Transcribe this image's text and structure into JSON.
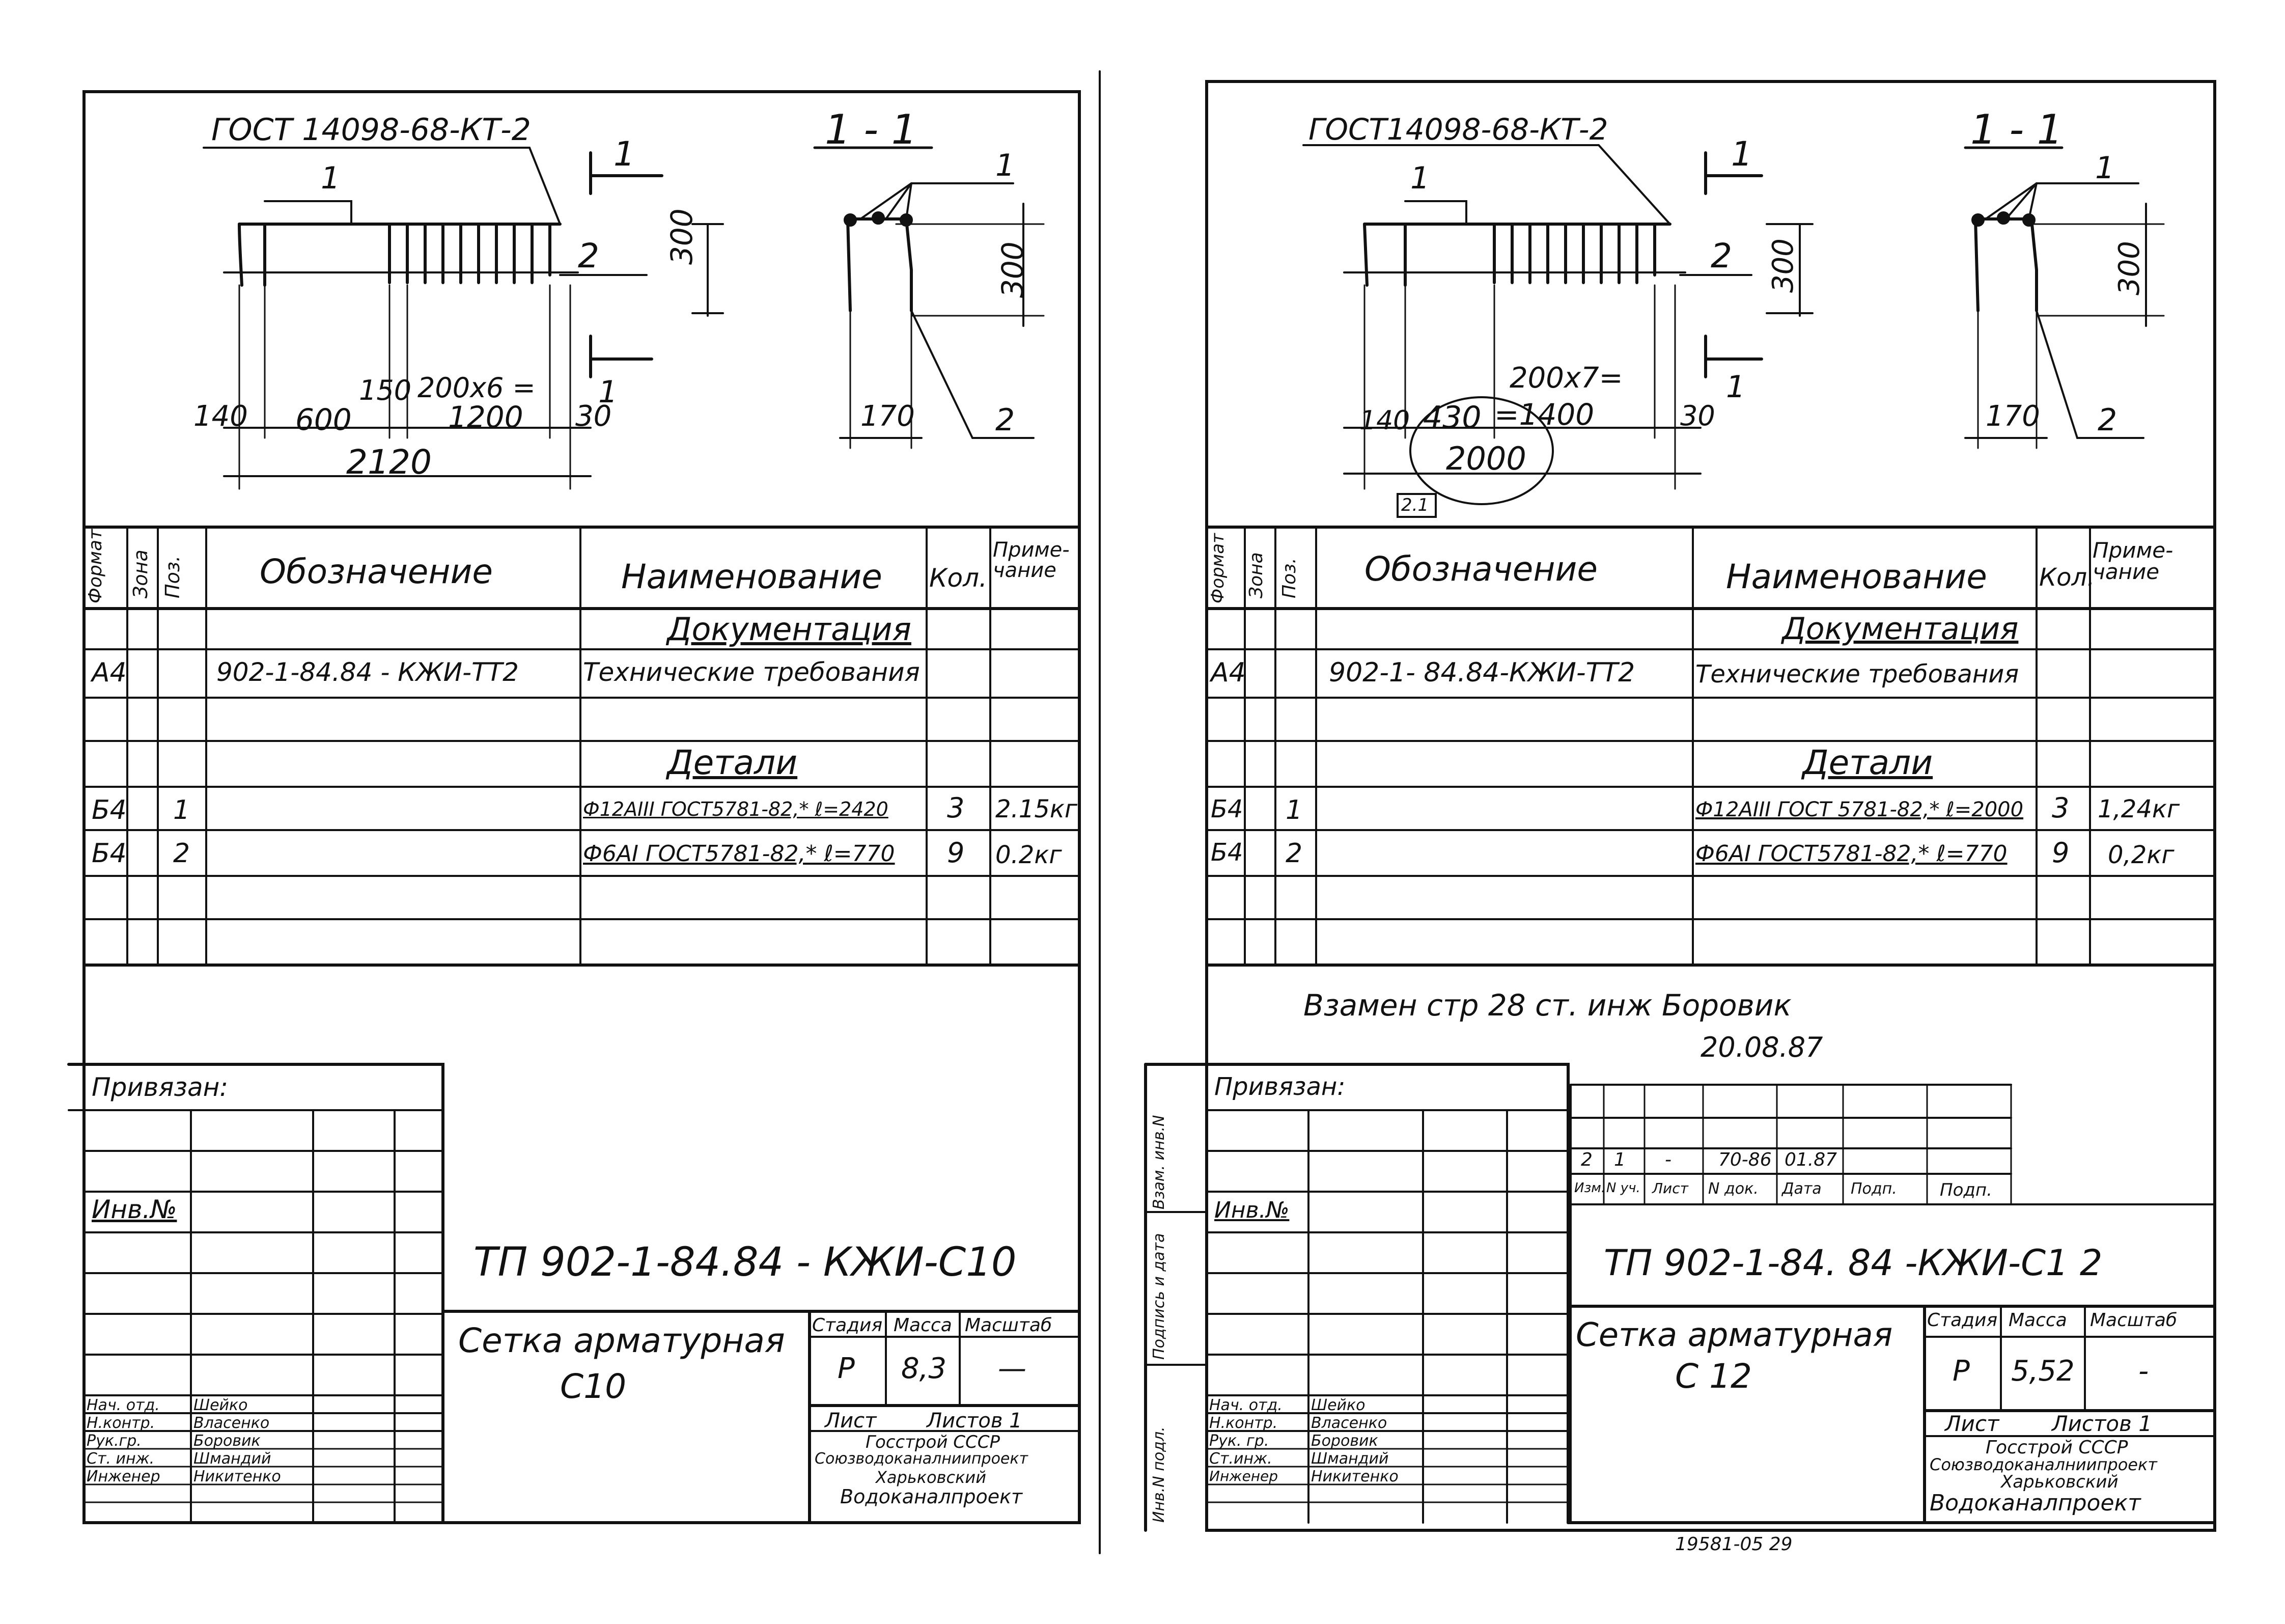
{
  "left": {
    "drawing": {
      "gost": "ГОСТ 14098-68-КТ-2",
      "section_title": "1 - 1",
      "pos_1": "1",
      "pos_2": "2",
      "section_mark": "1",
      "section_mark_bottom": "1",
      "section_pos_1": "1",
      "section_pos_2": "2",
      "dim_300": "300",
      "dim_300_section": "300",
      "dim_140": "140",
      "dim_600": "600",
      "dim_150": "150",
      "dim_200x6": "200x6 =",
      "dim_1200": "1200",
      "dim_30": "30",
      "dim_2120": "2120",
      "dim_170": "170"
    },
    "table": {
      "headers": {
        "format": "Формат",
        "zone": "Зона",
        "pos": "Поз.",
        "designation": "Обозначение",
        "name": "Наименование",
        "qty": "Кол.",
        "note": "Приме-чание"
      },
      "section_docs": "Документация",
      "row_doc": {
        "format": "А4",
        "designation": "902-1-84.84 - КЖИ-ТТ2",
        "name": "Технические требования"
      },
      "section_parts": "Детали",
      "rows": [
        {
          "format": "Б4",
          "pos": "1",
          "name": "Ф12АIII ГОСТ5781-82,* ℓ=2420",
          "qty": "3",
          "note": "2.15кг"
        },
        {
          "format": "Б4",
          "pos": "2",
          "name": "Ф6АI ГОСТ5781-82,* ℓ=770",
          "qty": "9",
          "note": "0.2кг"
        }
      ]
    },
    "stamp": {
      "privyazan": "Привязан:",
      "inv_no": "Инв.№",
      "code": "ТП 902-1-84.84 - КЖИ-С10",
      "title_line1": "Сетка арматурная",
      "title_line2": "С10",
      "stage_label": "Стадия",
      "mass_label": "Масса",
      "scale_label": "Масштаб",
      "stage": "Р",
      "mass": "8,3",
      "scale": "—",
      "sheet_label": "Лист",
      "sheets_label": "Листов 1",
      "org_line1": "Госстрой СССР",
      "org_line2": "Союзводоканалниипроект",
      "org_line3": "Харьковский",
      "org_line4": "Водоканалпроект",
      "people": [
        {
          "role": "Нач. отд.",
          "name": "Шейко"
        },
        {
          "role": "Н.контр.",
          "name": "Власенко"
        },
        {
          "role": "Рук.гр.",
          "name": "Боровик"
        },
        {
          "role": "Ст. инж.",
          "name": "Шмандий"
        },
        {
          "role": "Инженер",
          "name": "Никитенко"
        }
      ]
    }
  },
  "right": {
    "drawing": {
      "gost": "ГОСТ14098-68-КТ-2",
      "section_title": "1 - 1",
      "pos_1": "1",
      "pos_2": "2",
      "section_mark": "1",
      "section_mark_bottom": "1",
      "section_pos_1": "1",
      "section_pos_2": "2",
      "dim_300": "300",
      "dim_300_section": "300",
      "dim_140": "140",
      "dim_430": "430",
      "dim_200x7": "200x7=",
      "dim_1400": "=1400",
      "dim_30": "30",
      "dim_2000": "2000",
      "dim_170": "170",
      "rev_mark": "2.1"
    },
    "table": {
      "headers": {
        "format": "Формат",
        "zone": "Зона",
        "pos": "Поз.",
        "designation": "Обозначение",
        "name": "Наименование",
        "qty": "Кол.",
        "note": "Приме-чание"
      },
      "section_docs": "Документация",
      "row_doc": {
        "format": "А4",
        "designation": "902-1- 84.84-КЖИ-ТТ2",
        "name": "Технические требования"
      },
      "section_parts": "Детали",
      "rows": [
        {
          "format": "Б4",
          "pos": "1",
          "name": "Ф12АIII ГОСТ 5781-82,* ℓ=2000",
          "qty": "3",
          "note": "1,24кг"
        },
        {
          "format": "Б4",
          "pos": "2",
          "name": "Ф6АI ГОСТ5781-82,* ℓ=770",
          "qty": "9",
          "note": "0,2кг"
        }
      ]
    },
    "replacement_note": "Взамен стр 28    ст. инж   Боровик",
    "replacement_date": "20.08.87",
    "revision_table": {
      "values": [
        "2",
        "1",
        "-",
        "70-86",
        "01.87"
      ],
      "headers": [
        "Изм.",
        "N уч.",
        "Лист",
        "N док.",
        "Дата",
        "Подп.",
        "Подп."
      ]
    },
    "side_labels": {
      "vzam": "Взам. инв.N",
      "podpis": "Подпись и дата",
      "inv_podl": "Инв.N подл."
    },
    "stamp": {
      "privyazan": "Привязан:",
      "inv_no": "Инв.№",
      "code": "ТП 902-1-84. 84 -КЖИ-С1 2",
      "title_line1": "Сетка арматурная",
      "title_line2": "С 12",
      "stage_label": "Стадия",
      "mass_label": "Масса",
      "scale_label": "Масштаб",
      "stage": "Р",
      "mass": "5,52",
      "scale": "-",
      "sheet_label": "Лист",
      "sheets_label": "Листов 1",
      "org_line1": "Госстрой СССР",
      "org_line2": "Союзводоканалниипроект",
      "org_line3": "Харьковский",
      "org_line4": "Водоканалпроект",
      "people": [
        {
          "role": "Нач. отд.",
          "name": "Шейко"
        },
        {
          "role": "Н.контр.",
          "name": "Власенко"
        },
        {
          "role": "Рук. гр.",
          "name": "Боровик"
        },
        {
          "role": "Ст.инж.",
          "name": "Шмандий"
        },
        {
          "role": "Инженер",
          "name": "Никитенко"
        }
      ]
    },
    "footer": "19581-05     29"
  }
}
